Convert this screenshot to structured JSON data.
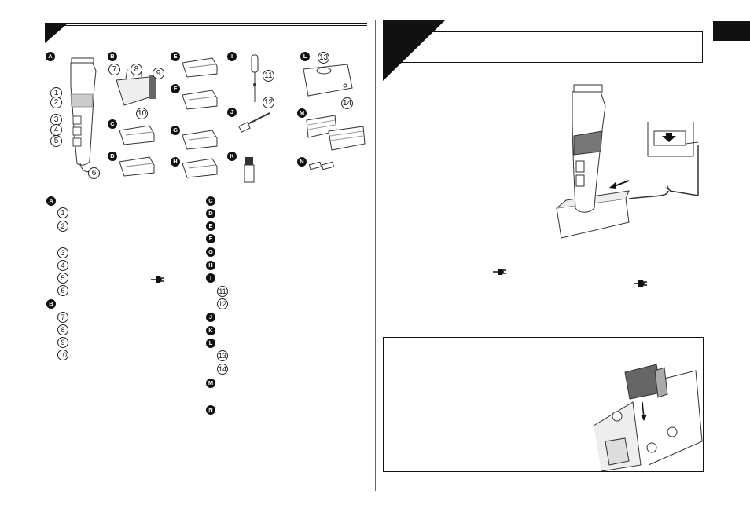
{
  "left_page": {
    "parts_figures": [
      {
        "letter": "A",
        "numbers": [
          "1",
          "2",
          "3",
          "4",
          "5",
          "6"
        ]
      },
      {
        "letter": "B",
        "numbers": [
          "7",
          "8",
          "9",
          "10"
        ]
      },
      {
        "letter": "C"
      },
      {
        "letter": "D"
      },
      {
        "letter": "E"
      },
      {
        "letter": "F"
      },
      {
        "letter": "G"
      },
      {
        "letter": "H"
      },
      {
        "letter": "I",
        "numbers": [
          "11",
          "12"
        ]
      },
      {
        "letter": "J"
      },
      {
        "letter": "K"
      },
      {
        "letter": "L",
        "numbers": [
          "13",
          "14"
        ]
      },
      {
        "letter": "M"
      },
      {
        "letter": "N"
      }
    ],
    "legend_left": [
      {
        "type": "letter",
        "text": "A"
      },
      {
        "type": "num",
        "text": "1"
      },
      {
        "type": "num",
        "text": "2"
      },
      {
        "type": "num",
        "text": "3"
      },
      {
        "type": "num",
        "text": "4"
      },
      {
        "type": "num",
        "text": "5"
      },
      {
        "type": "num",
        "text": "6"
      },
      {
        "type": "letter",
        "text": "B"
      },
      {
        "type": "num",
        "text": "7"
      },
      {
        "type": "num",
        "text": "8"
      },
      {
        "type": "num",
        "text": "9"
      },
      {
        "type": "num",
        "text": "10"
      }
    ],
    "legend_right": [
      {
        "type": "letter",
        "text": "C"
      },
      {
        "type": "letter",
        "text": "D"
      },
      {
        "type": "letter",
        "text": "E"
      },
      {
        "type": "letter",
        "text": "F"
      },
      {
        "type": "letter",
        "text": "G"
      },
      {
        "type": "letter",
        "text": "H"
      },
      {
        "type": "letter",
        "text": "I"
      },
      {
        "type": "num",
        "text": "11"
      },
      {
        "type": "num",
        "text": "12"
      },
      {
        "type": "letter",
        "text": "J"
      },
      {
        "type": "letter",
        "text": "K"
      },
      {
        "type": "letter",
        "text": "L"
      },
      {
        "type": "num",
        "text": "13"
      },
      {
        "type": "num",
        "text": "14"
      },
      {
        "type": "letter",
        "text": "M"
      },
      {
        "type": "letter",
        "text": "N"
      }
    ]
  },
  "icons": {
    "plug_icon": "power-plug",
    "accent": "#111111"
  }
}
